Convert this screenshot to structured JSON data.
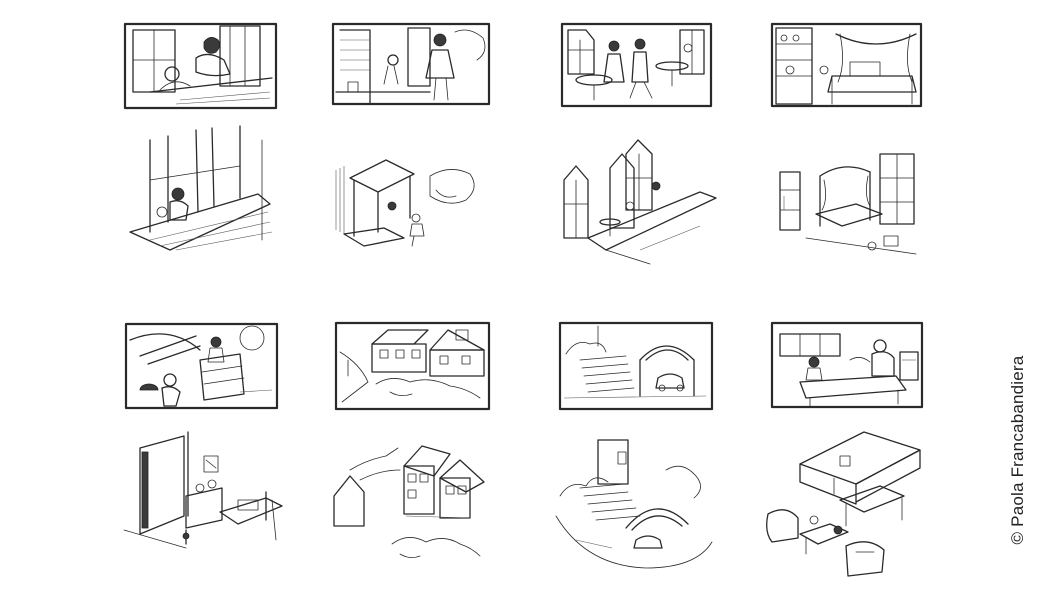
{
  "copyright": {
    "text": "© Paola Francabandiera"
  },
  "panels": [
    {
      "id": "p1",
      "scene": "window-girl"
    },
    {
      "id": "p2",
      "scene": "porch-doorway"
    },
    {
      "id": "p3",
      "scene": "cafe-interior"
    },
    {
      "id": "p4",
      "scene": "bedroom-canopy"
    },
    {
      "id": "p5",
      "scene": "window-wide"
    },
    {
      "id": "p6",
      "scene": "porch-iso"
    },
    {
      "id": "p7",
      "scene": "cafe-iso"
    },
    {
      "id": "p8",
      "scene": "bedroom-iso"
    },
    {
      "id": "p9",
      "scene": "attic-action"
    },
    {
      "id": "p10",
      "scene": "houses-street"
    },
    {
      "id": "p11",
      "scene": "stairs-carport"
    },
    {
      "id": "p12",
      "scene": "living-table"
    },
    {
      "id": "p13",
      "scene": "bedroom-simple"
    },
    {
      "id": "p14",
      "scene": "houses-aerial"
    },
    {
      "id": "p15",
      "scene": "stairs-aerial"
    },
    {
      "id": "p16",
      "scene": "living-iso"
    }
  ]
}
